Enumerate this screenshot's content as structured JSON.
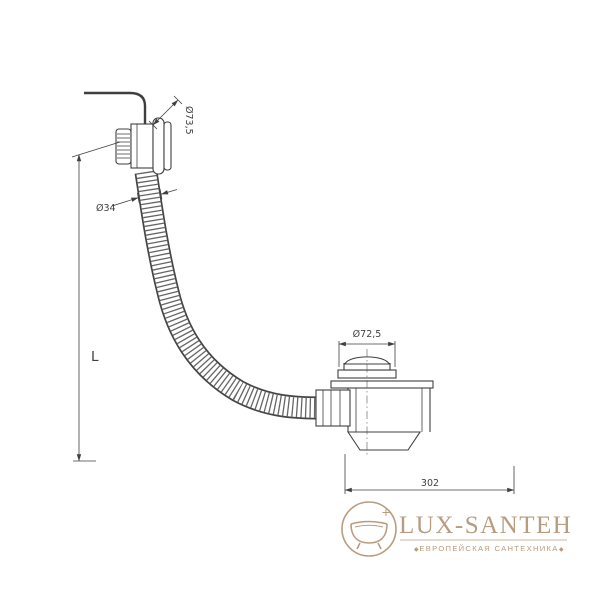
{
  "drawing": {
    "title": "bath waste-overflow siphon technical drawing",
    "labels": {
      "flange_diameter": "Ø73,5",
      "hose_diameter": "Ø34",
      "plug_diameter": "Ø72,5",
      "length": "L",
      "outlet_projection": "302"
    },
    "colors": {
      "line": "#3f3f3f",
      "watermark": "#b5977a",
      "background": "#ffffff"
    }
  },
  "watermark": {
    "brand": "LUX-SANTEH",
    "tagline": "ЕВРОПЕЙСКАЯ САНТЕХНИКА",
    "ornament": "◆"
  }
}
